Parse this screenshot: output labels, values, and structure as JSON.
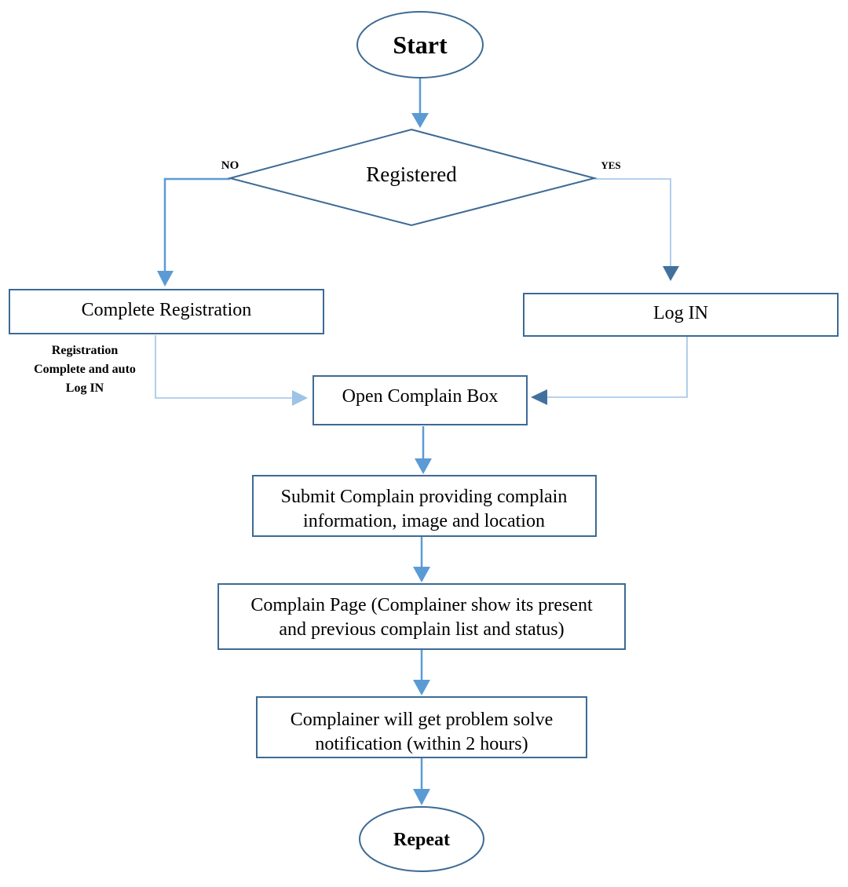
{
  "start": {
    "label": "Start"
  },
  "decision": {
    "label": "Registered",
    "no_label": "NO",
    "yes_label": "YES"
  },
  "registration": {
    "label": "Complete Registration"
  },
  "registration_note": {
    "lines": [
      "Registration",
      "Complete and auto",
      "Log IN"
    ]
  },
  "login": {
    "label": "Log IN"
  },
  "complain_box": {
    "label": "Open Complain Box"
  },
  "submit": {
    "lines": [
      "Submit Complain providing complain",
      "information, image and location"
    ]
  },
  "complain_page": {
    "lines": [
      "Complain Page (Complainer show its present",
      "and previous complain list and status)"
    ]
  },
  "notification": {
    "lines": [
      "Complainer will get problem solve",
      "notification (within 2 hours)"
    ]
  },
  "repeat": {
    "label": "Repeat"
  },
  "colors": {
    "node_border": "#3d6a94",
    "arrow_blue": "#5b9bd5",
    "arrow_light": "#9dc3e6",
    "arrow_dark": "#41719c"
  }
}
